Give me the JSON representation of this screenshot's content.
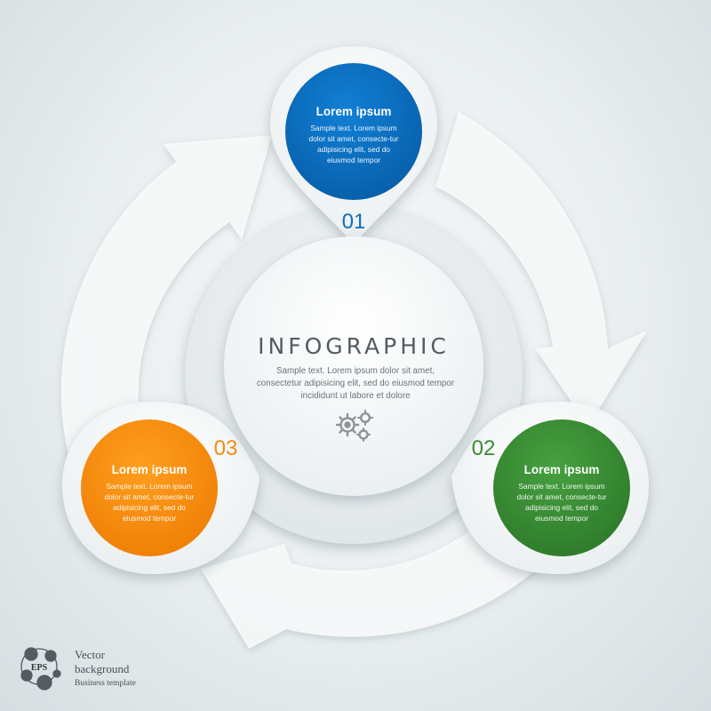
{
  "center": {
    "title": "INFOGRAPHIC",
    "text": "Sample text. Lorem ipsum dolor sit amet, consectetur adipisicing elit, sed do eiusmod tempor incididunt ut labore et dolore",
    "icon": "gears-icon"
  },
  "steps": [
    {
      "number": "01",
      "title": "Lorem ipsum",
      "text": "Sample text. Lorem ipsum dolor sit amet, consecte-tur adipisicing elit, sed do eiusmod tempor",
      "color": "#0b6fc1"
    },
    {
      "number": "02",
      "title": "Lorem ipsum",
      "text": "Sample text. Lorem ipsum dolor sit amet, consecte-tur adipisicing elit, sed do eiusmod tempor",
      "color": "#3a8b35"
    },
    {
      "number": "03",
      "title": "Lorem ipsum",
      "text": "Sample text. Lorem ipsum dolor sit amet, consecte-tur adipisicing elit, sed do eiusmod tempor",
      "color": "#f28c0f"
    }
  ],
  "logo": {
    "badge": "EPS",
    "line1": "Vector",
    "line2": "background",
    "line3": "Business template"
  }
}
